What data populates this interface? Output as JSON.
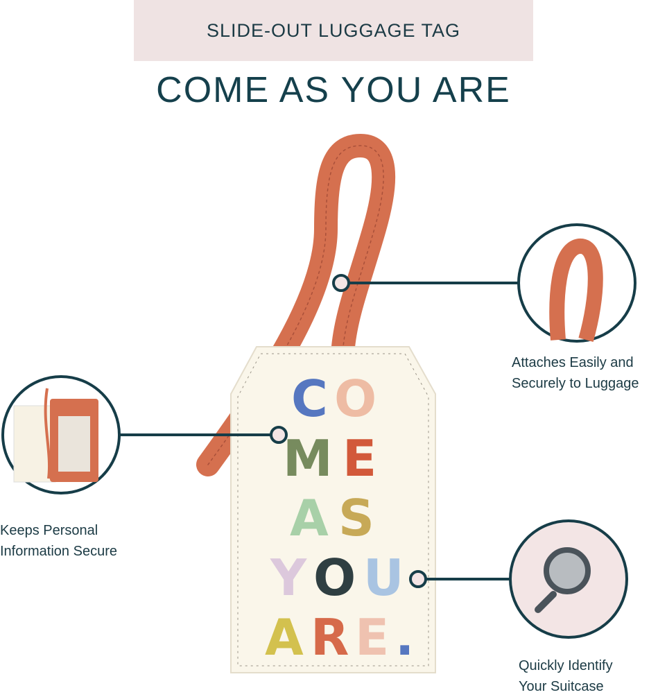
{
  "header": {
    "subtitle": "SLIDE-OUT LUGGAGE TAG",
    "title": "COME AS YOU ARE"
  },
  "product": {
    "tag_lettering": [
      "C",
      "O",
      "M",
      "E",
      "A",
      "S",
      "Y",
      "O",
      "U",
      "A",
      "R",
      "E",
      "."
    ],
    "colors": {
      "strap": "#d5704f",
      "tag": "#faf6ea",
      "accent": "#163d48",
      "band": "#efe3e3"
    }
  },
  "callouts": [
    {
      "lines": [
        "Attaches Easily and",
        "Securely to Luggage"
      ],
      "icon": "strap-loop-icon"
    },
    {
      "lines": [
        "Keeps Personal",
        "Information Secure"
      ],
      "icon": "id-window-icon"
    },
    {
      "lines": [
        "Quickly Identify",
        "Your Suitcase"
      ],
      "icon": "magnifier-icon"
    }
  ]
}
